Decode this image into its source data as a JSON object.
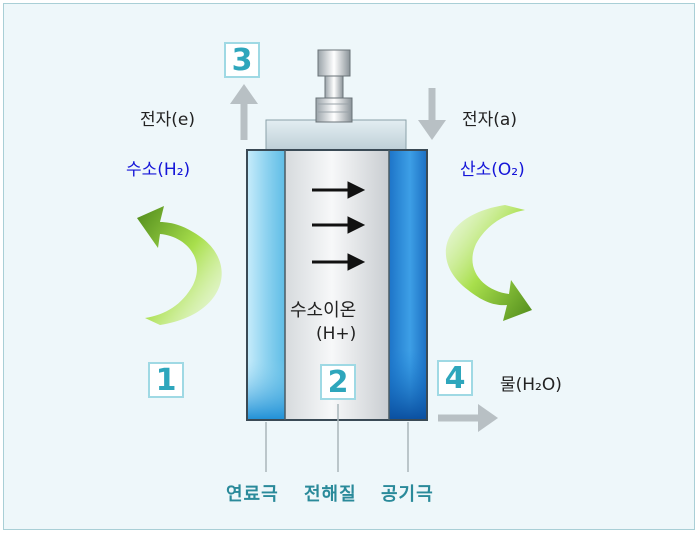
{
  "badges": {
    "step1": "1",
    "step2": "2",
    "step3": "3",
    "step4": "4"
  },
  "labels": {
    "electron_left": "전자(e)",
    "electron_right": "전자(a)",
    "hydrogen": "수소(H₂)",
    "oxygen": "산소(O₂)",
    "hydrogen_ion_line1": "수소이온",
    "hydrogen_ion_line2": "(H+)",
    "water": "물(H₂O)"
  },
  "components": {
    "fuel_electrode": "연료극",
    "electrolyte": "전해질",
    "air_electrode": "공기극"
  },
  "colors": {
    "background": "#eef7fa",
    "border": "#a9cfd6",
    "badge_text": "#2ea6bc",
    "component_text": "#2a8a9a",
    "gas_label": "#1515d8",
    "flow_arrow_dark": "#4f8a1a",
    "flow_arrow_light": "#c9ef6a",
    "fuel_electrode_fill": "#8dd2f0",
    "air_electrode_fill": "#1a7fd4"
  },
  "icons": [
    "up-arrow-icon",
    "down-arrow-icon",
    "right-arrow-icon",
    "curved-arrow-icon",
    "bolt-connector-icon"
  ]
}
